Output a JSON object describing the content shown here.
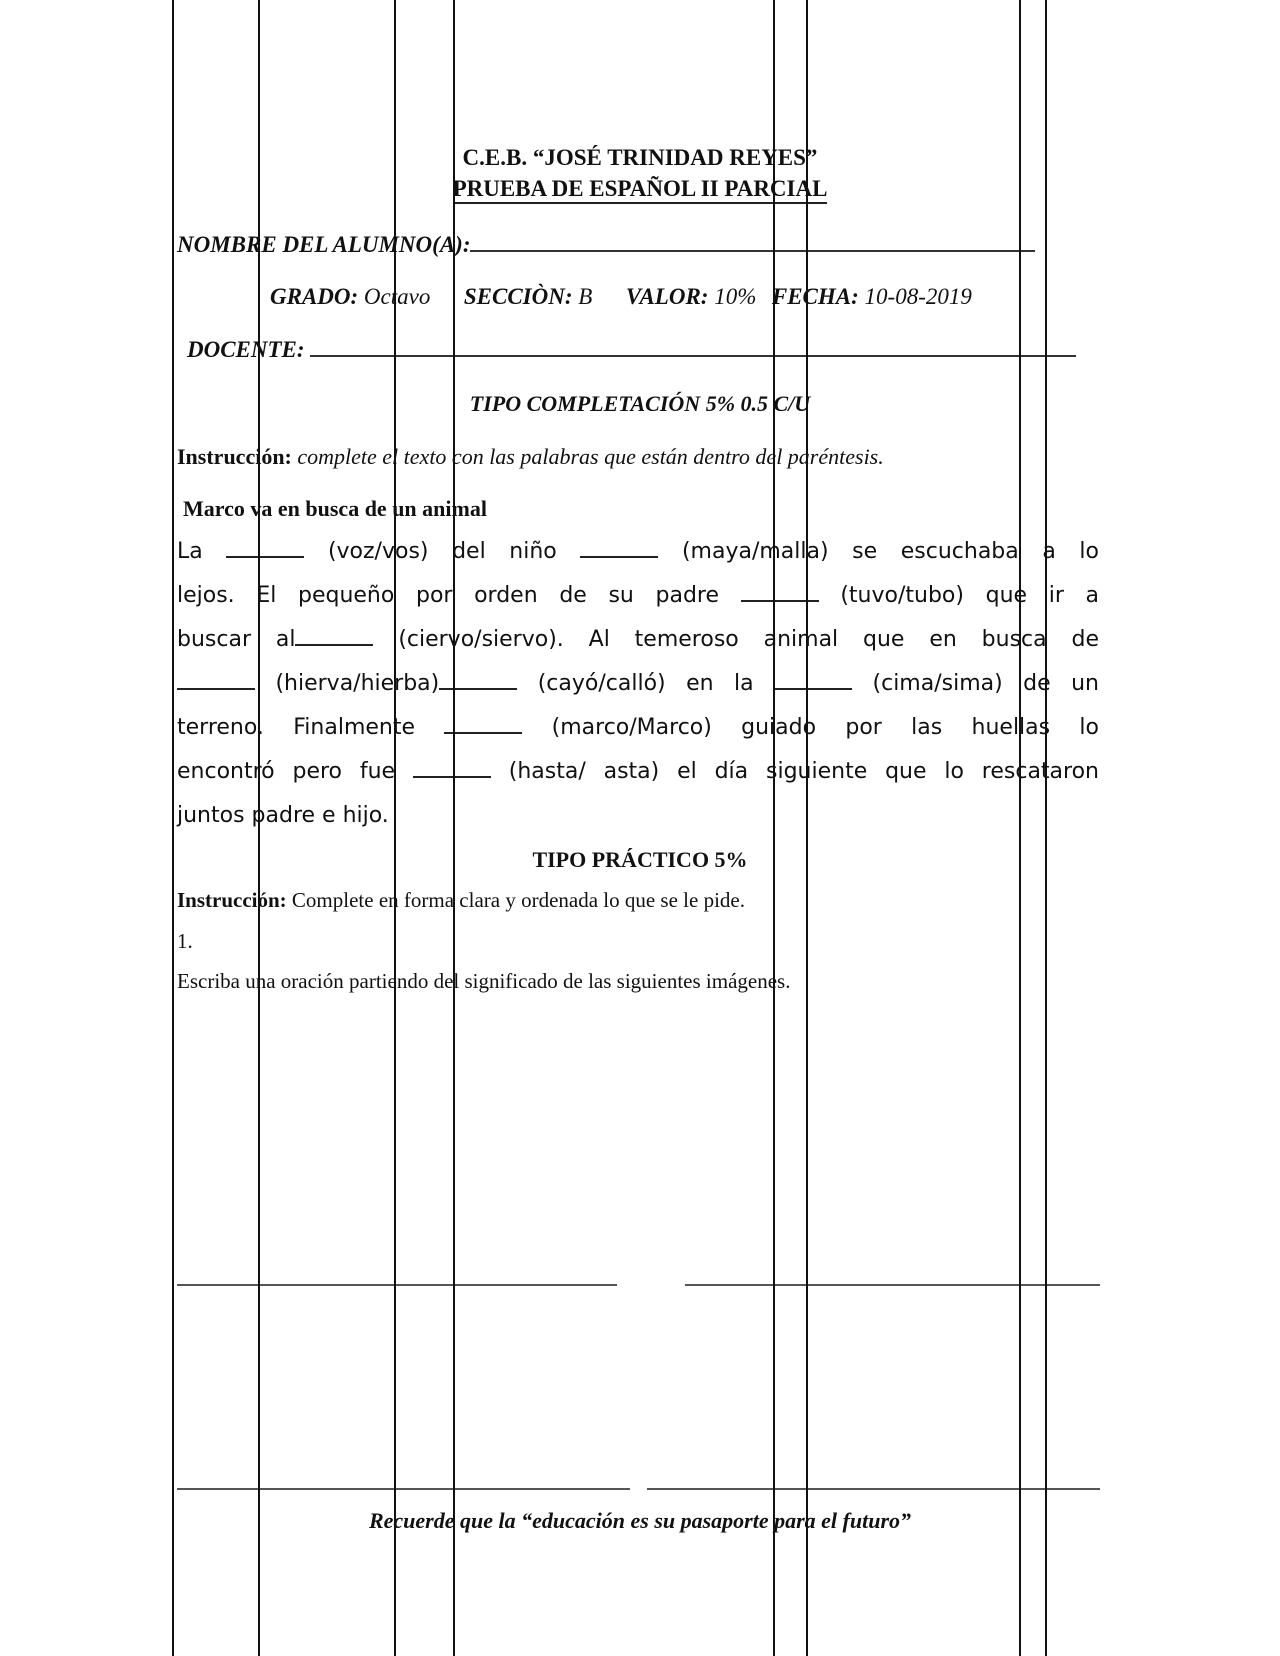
{
  "header": {
    "school": "C.E.B. “JOSÉ TRINIDAD REYES”",
    "exam_title": "PRUEBA  DE ESPAÑOL II PARCIAL"
  },
  "student_info": {
    "name_label": "NOMBRE  DEL   ALUMNO(A):",
    "grade_label": "GRADO:",
    "grade_value": "Octavo",
    "section_label": "SECCIÒN:",
    "section_value": "B",
    "value_label": "VALOR:",
    "value_value": "10%",
    "date_label": "FECHA:",
    "date_value": "10-08-2019",
    "teacher_label": "DOCENTE:"
  },
  "section1": {
    "heading": "TIPO COMPLETACIÓN  5% 0.5 C/U",
    "instruction_label": "Instrucción:",
    "instruction_text": " complete el texto con las palabras que están dentro del paréntesis.",
    "story_title": "Marco va en busca de un animal",
    "lines": [
      [
        "La ",
        "BLANK",
        " (voz/vos) del niño ",
        "BLANK",
        " (maya/malla) se escuchaba a lo"
      ],
      [
        "lejos. El pequeño por orden de su padre ",
        "BLANK",
        " (tuvo/tubo) que ir a"
      ],
      [
        "buscar al",
        "BLANK",
        " (ciervo/siervo). Al temeroso animal que en busca de"
      ],
      [
        "BLANK",
        " (hierva/hierba)",
        "BLANK",
        " (cayó/calló) en la ",
        "BLANK",
        " (cima/sima) de un"
      ],
      [
        "terreno. Finalmente ",
        "BLANK",
        " (marco/Marco) guiado por las huellas lo"
      ],
      [
        "encontró pero fue ",
        "BLANK",
        " (hasta/ asta) el día siguiente que lo rescataron"
      ],
      [
        "juntos padre e hijo."
      ]
    ]
  },
  "section2": {
    "heading": "TIPO PRÁCTICO  5%",
    "instruction_label": "Instrucción:",
    "instruction_text": " Complete en forma clara y ordenada lo que se le pide.",
    "item_number": "1.",
    "item_text": "Escriba una oración partiendo del significado de las siguientes imágenes."
  },
  "footer": {
    "motto": "Recuerde que la “educación es su pasaporte para el futuro”"
  }
}
